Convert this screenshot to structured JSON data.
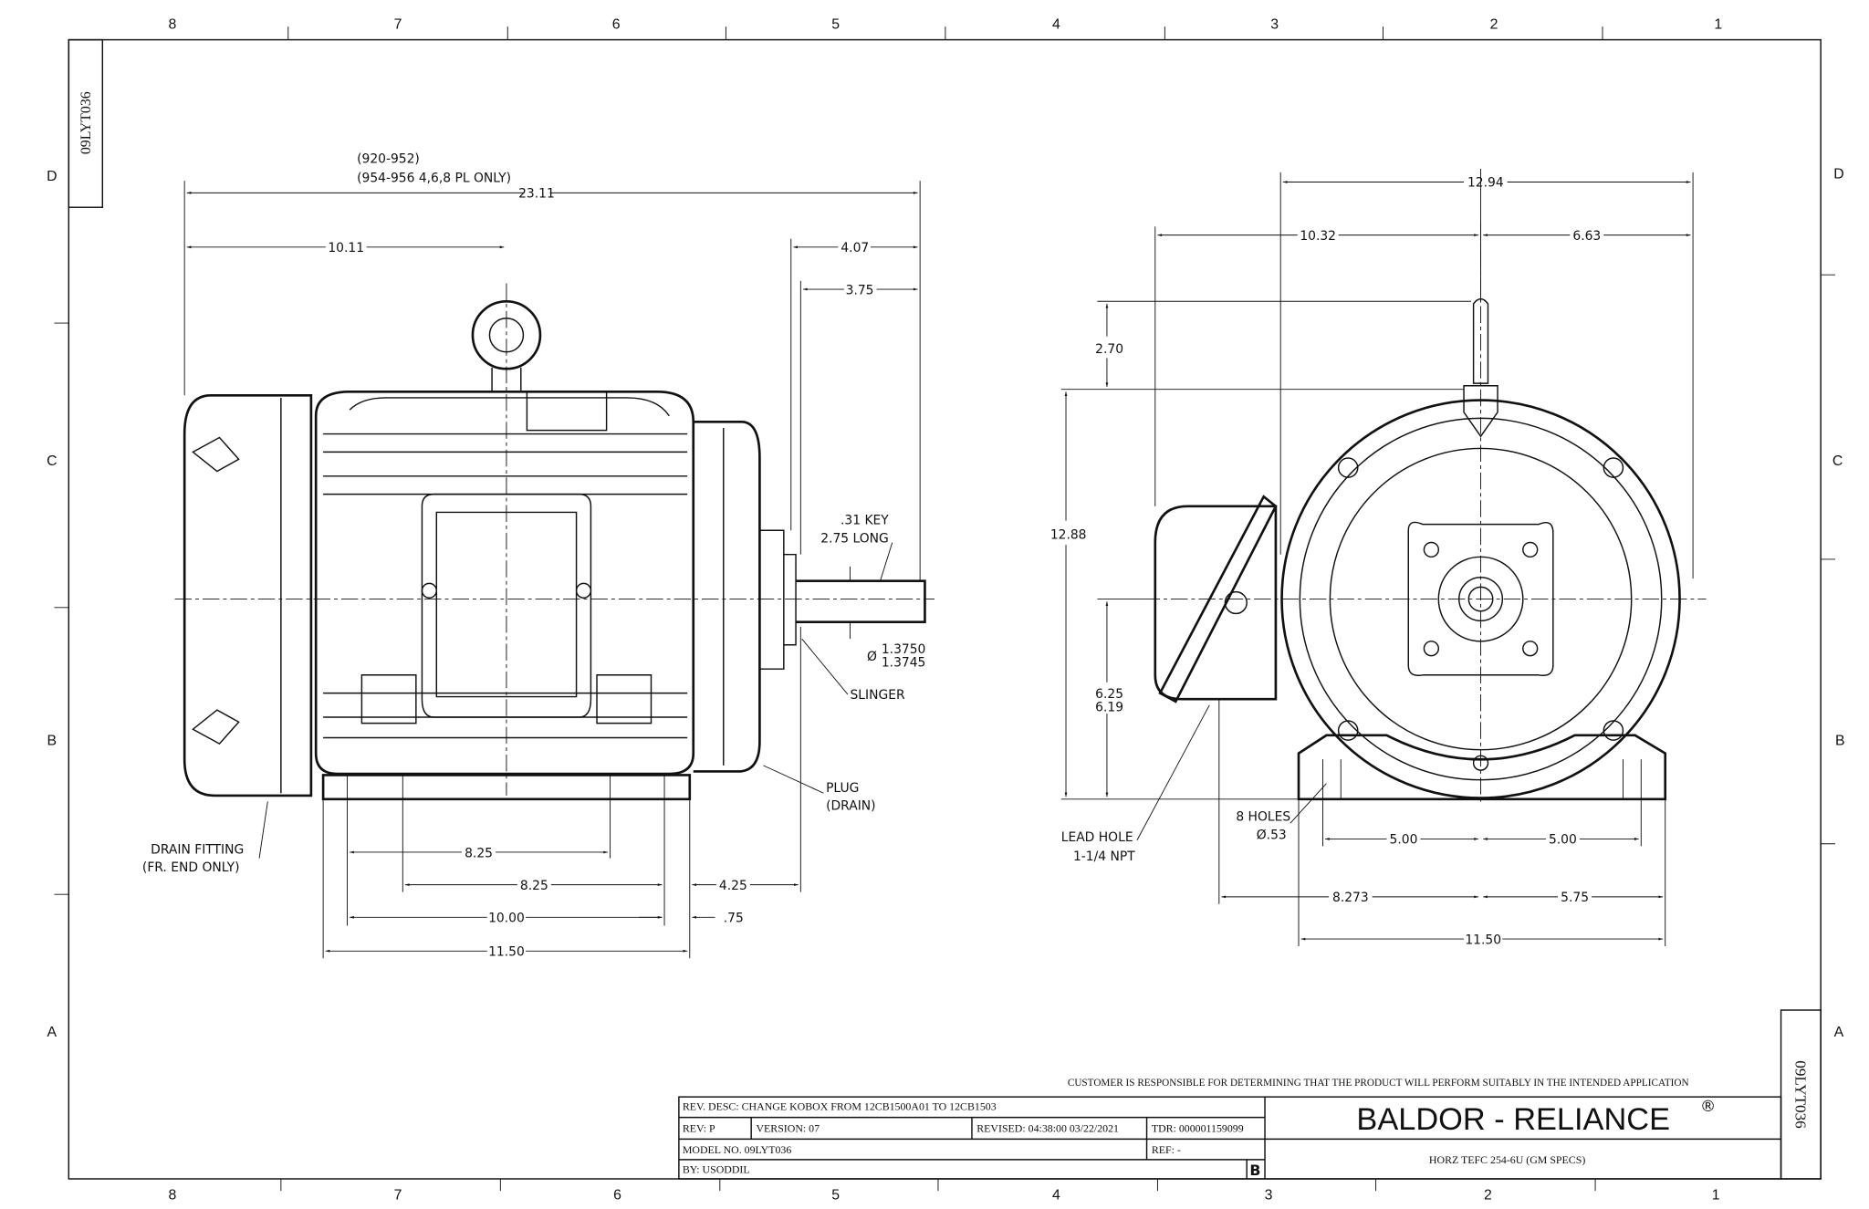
{
  "drawing_number": "09LYT036",
  "zones": {
    "columns": [
      "8",
      "7",
      "6",
      "5",
      "4",
      "3",
      "2",
      "1"
    ],
    "rows": [
      "D",
      "C",
      "B",
      "A"
    ]
  },
  "side_view": {
    "note_line1": "(920-952)",
    "note_line2": "(954-956 4,6,8 PL ONLY)",
    "overall_length": "23.11",
    "to_eyebolt": "10.11",
    "shaft_ext_1": "4.07",
    "shaft_ext_2": "3.75",
    "key_line1": ".31 KEY",
    "key_line2": "2.75 LONG",
    "shaft_dia_symbol": "Ø",
    "shaft_dia_max": "1.3750",
    "shaft_dia_min": "1.3745",
    "slinger": "SLINGER",
    "plug_line1": "PLUG",
    "plug_line2": "(DRAIN)",
    "drain_line1": "DRAIN FITTING",
    "drain_line2": "(FR. END ONLY)",
    "foot_spacing_1": "8.25",
    "foot_spacing_2": "8.25",
    "foot_to_shoulder": "4.25",
    "foot_span": "10.00",
    "foot_offset": ".75",
    "base_length": "11.50"
  },
  "end_view": {
    "overall_width": "12.94",
    "to_conduit": "10.32",
    "right_half": "6.63",
    "eyebolt_height": "2.70",
    "overall_height": "12.88",
    "shaft_height_1": "6.25",
    "shaft_height_2": "6.19",
    "holes_line1": "8 HOLES",
    "holes_line2": "Ø.53",
    "lead_line1": "LEAD HOLE",
    "lead_line2": "1-1/4 NPT",
    "foot_half_left": "5.00",
    "foot_half_right": "5.00",
    "conduit_offset": "8.273",
    "base_half": "5.75",
    "base_width": "11.50"
  },
  "title_block": {
    "disclaimer": "CUSTOMER IS RESPONSIBLE FOR DETERMINING THAT THE PRODUCT WILL PERFORM SUITABLY IN THE INTENDED APPLICATION",
    "rev_desc": "REV. DESC: CHANGE KOBOX FROM 12CB1500A01 TO 12CB1503",
    "rev": "REV:  P",
    "version": "VERSION:  07",
    "revised": "REVISED:  04:38:00 03/22/2021",
    "tdr": "TDR:  000001159099",
    "model": "MODEL NO.  09LYT036",
    "ref": "REF:  -",
    "by": "BY: USODDIL",
    "size": "B",
    "company": "BALDOR - RELIANCE",
    "registered": "®",
    "description": "HORZ TEFC 254-6U (GM SPECS)"
  }
}
